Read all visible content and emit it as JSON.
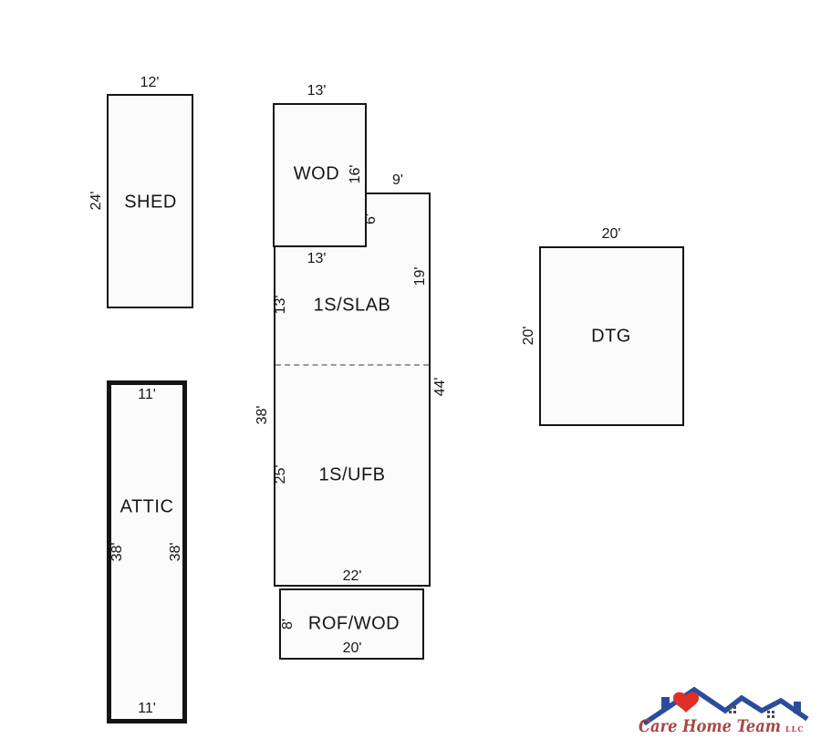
{
  "sketch": {
    "shed": {
      "label": "SHED",
      "top_dim": "12'",
      "left_dim": "24'"
    },
    "wod": {
      "label": "WOD",
      "top_dim": "13'",
      "right_dim": "16'"
    },
    "step": {
      "top_dim": "9'",
      "side_dim": "6'"
    },
    "slab": {
      "label": "1S/SLAB",
      "top_dim": "13'",
      "left_dim": "13'",
      "right_dim": "19'"
    },
    "ufb": {
      "label": "1S/UFB",
      "outer_left_dim": "38'",
      "left_dim": "25'",
      "outer_right_dim": "44'",
      "bottom_dim": "22'"
    },
    "rof": {
      "label": "ROF/WOD",
      "left_dim": "8'",
      "bottom_dim": "20'"
    },
    "dtg": {
      "label": "DTG",
      "top_dim": "20'",
      "left_dim": "20'"
    },
    "attic": {
      "label": "ATTIC",
      "top_dim": "11'",
      "bottom_dim": "11'",
      "left_dim": "38'",
      "right_dim": "38'"
    }
  },
  "logo": {
    "brand": "Care Home Team",
    "suffix": "LLC",
    "colors": {
      "roof": "#2b4c9e",
      "heart": "#e02d26",
      "text": "#a84848",
      "window": "#4a4a4a"
    }
  }
}
